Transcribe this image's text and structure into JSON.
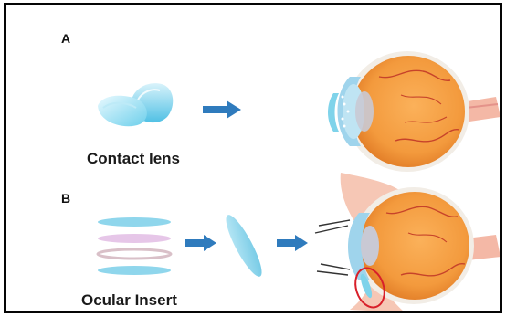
{
  "panels": {
    "a": {
      "letter": "A",
      "caption": "Contact lens"
    },
    "b": {
      "letter": "B",
      "caption": "Ocular Insert"
    }
  },
  "colors": {
    "frame": "#050505",
    "arrow": "#2f7bbd",
    "lens": "#7fd3ea",
    "sclera": "#f39a3d",
    "cornea": "#aee0f2",
    "eyelid": "#f6c7b5",
    "highlight_circle": "#d8202a"
  }
}
